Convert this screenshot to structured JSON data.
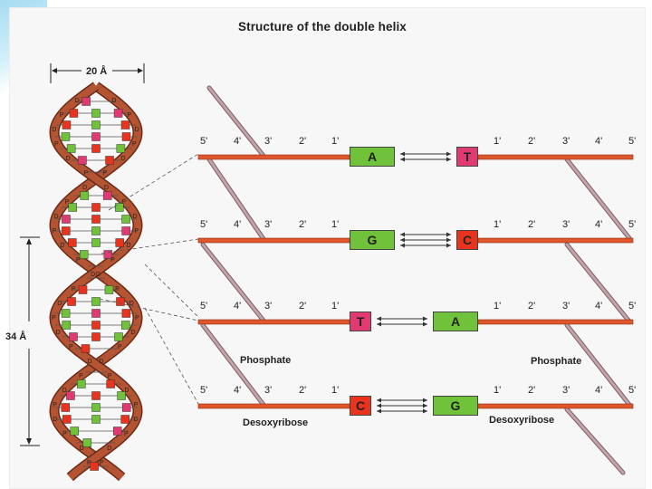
{
  "title": "Structure of  the double helix",
  "dimensions": {
    "width": "20 Å",
    "pitch": "34 Å"
  },
  "carbon_labels": {
    "left": [
      "5'",
      "4'",
      "3'",
      "2'",
      "1'"
    ],
    "right": [
      "1'",
      "2'",
      "3'",
      "4'",
      "5'"
    ]
  },
  "pairs": [
    {
      "left": "A",
      "right": "T",
      "left_color": "green",
      "right_color": "pink"
    },
    {
      "left": "G",
      "right": "C",
      "left_color": "green",
      "right_color": "red"
    },
    {
      "left": "T",
      "right": "A",
      "left_color": "pink",
      "right_color": "green"
    },
    {
      "left": "C",
      "right": "G",
      "left_color": "red",
      "right_color": "green"
    }
  ],
  "backbone_labels": {
    "phosphate_left": "Phosphate",
    "phosphate_right": "Phosphate",
    "sugar_left": "Desoxyribose",
    "sugar_right": "Desoxyribose"
  },
  "helix_symbols": {
    "phosphate": "P",
    "sugar": "D"
  },
  "colors": {
    "strand": "#e0562c",
    "backbone": "#c5a3aa",
    "green": "#6fc23a",
    "red": "#e8341f",
    "pink": "#e13a72"
  }
}
